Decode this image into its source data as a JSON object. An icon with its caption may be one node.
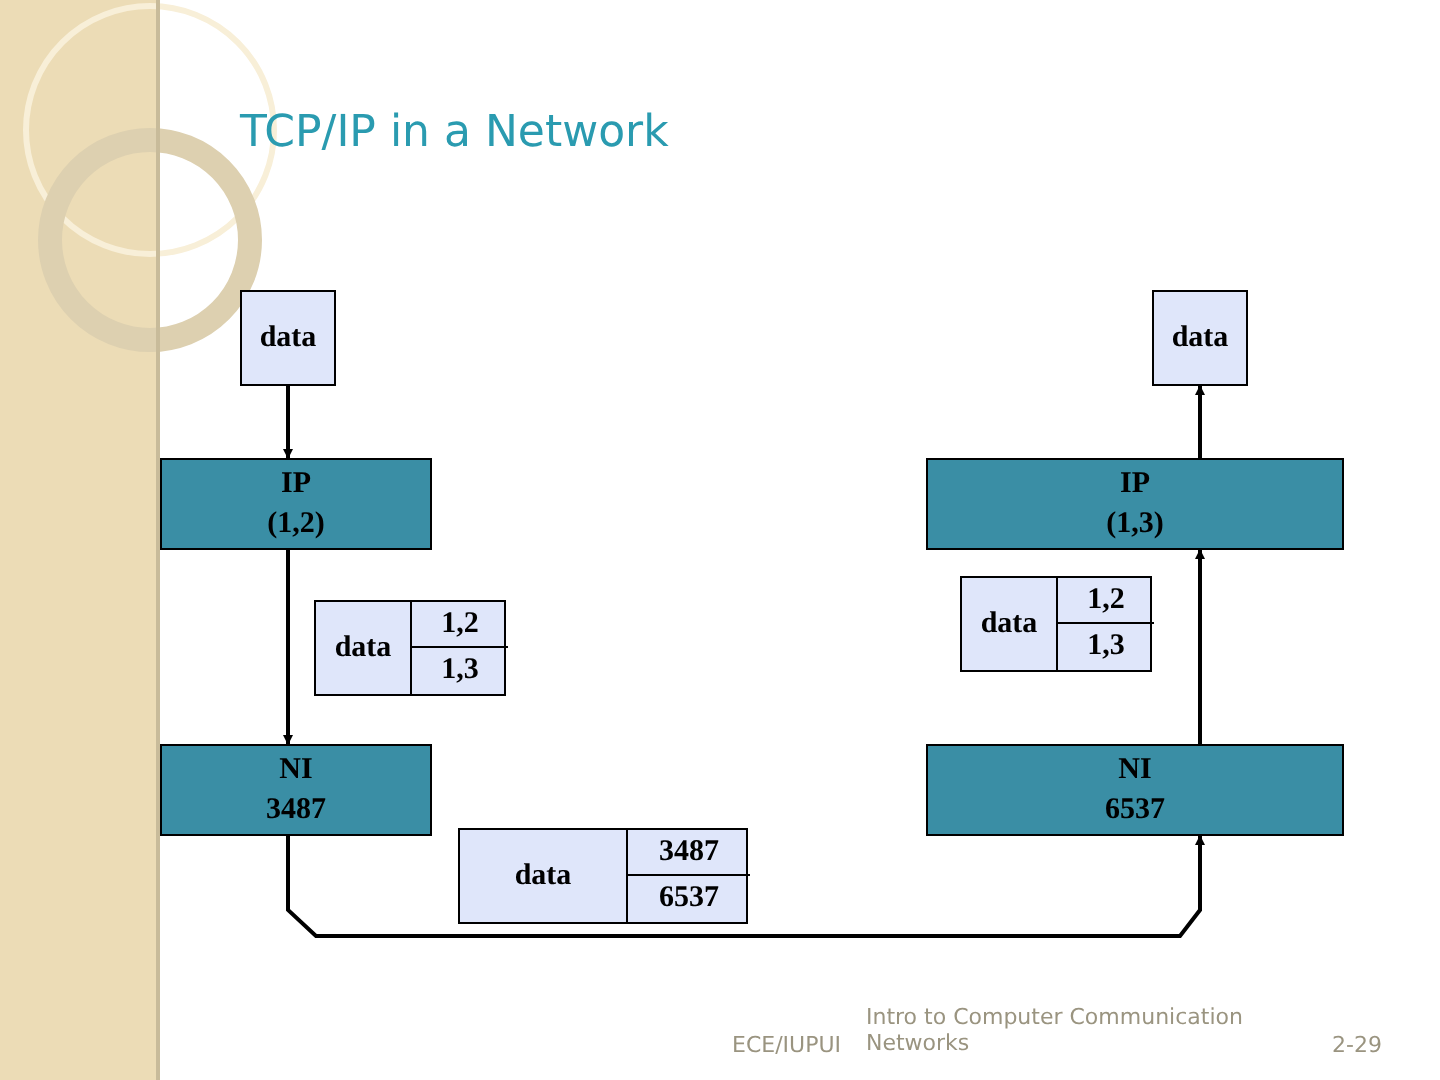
{
  "diagram": {
    "title": "TCP/IP in a Network",
    "nodes": [
      {
        "text": [
          "data"
        ]
      },
      {
        "text": [
          "data"
        ]
      },
      {
        "text": [
          "IP",
          "(1,2)"
        ]
      },
      {
        "text": [
          "IP",
          "(1,3)"
        ]
      },
      {
        "text": [
          "data",
          "1,2",
          "1,3"
        ]
      },
      {
        "text": [
          "data",
          "1,2",
          "1,3"
        ]
      },
      {
        "text": [
          "NI",
          "3487"
        ]
      },
      {
        "text": [
          "NI",
          "6537"
        ]
      },
      {
        "text": [
          "data",
          "3487",
          "6537"
        ]
      }
    ],
    "edges": [
      {
        "from": 0,
        "to": 2,
        "arrow": "to"
      },
      {
        "from": 2,
        "to": 6,
        "arrow": "to"
      },
      {
        "from": 6,
        "to": 7,
        "arrow": "to"
      },
      {
        "from": 7,
        "to": 3,
        "arrow": "to"
      },
      {
        "from": 3,
        "to": 1,
        "arrow": "to"
      }
    ],
    "labels": [
      "ECE/IUPUI",
      "Intro to Computer Communication Networks",
      "2-29"
    ]
  }
}
